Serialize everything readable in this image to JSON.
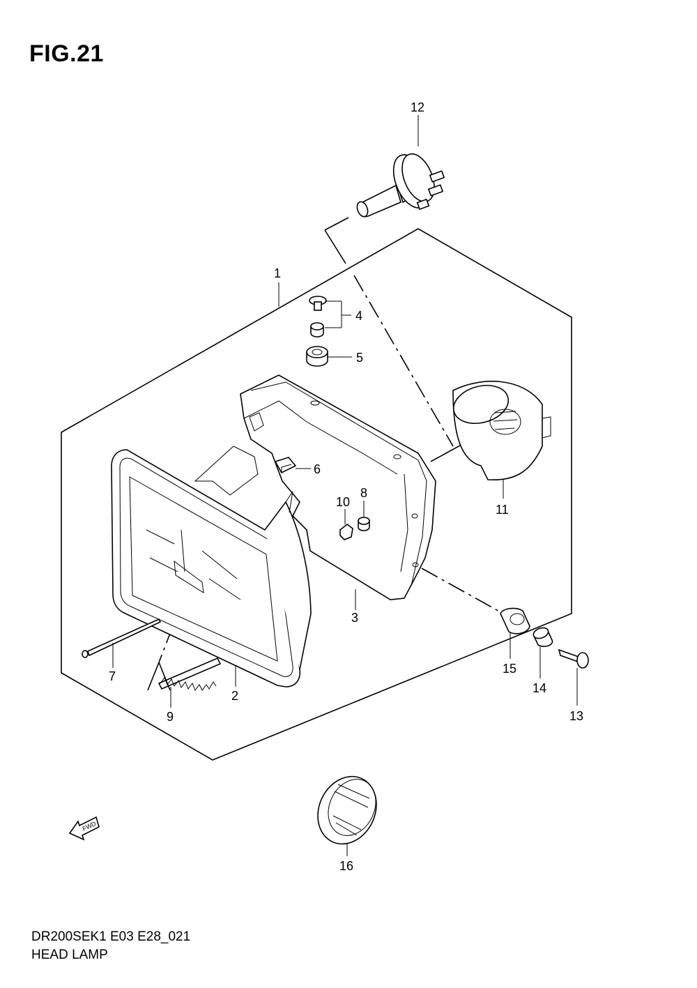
{
  "figure": {
    "title": "FIG.21",
    "model_code": "DR200SEK1 E03 E28_021",
    "section_name": "HEAD LAMP",
    "fwd_mark": "FWD"
  },
  "parts": [
    {
      "id": "1",
      "label": "1"
    },
    {
      "id": "2",
      "label": "2"
    },
    {
      "id": "3",
      "label": "3"
    },
    {
      "id": "4",
      "label": "4"
    },
    {
      "id": "5",
      "label": "5"
    },
    {
      "id": "6",
      "label": "6"
    },
    {
      "id": "7",
      "label": "7"
    },
    {
      "id": "8",
      "label": "8"
    },
    {
      "id": "9",
      "label": "9"
    },
    {
      "id": "10",
      "label": "10"
    },
    {
      "id": "11",
      "label": "11"
    },
    {
      "id": "12",
      "label": "12"
    },
    {
      "id": "13",
      "label": "13"
    },
    {
      "id": "14",
      "label": "14"
    },
    {
      "id": "15",
      "label": "15"
    },
    {
      "id": "16",
      "label": "16"
    }
  ]
}
